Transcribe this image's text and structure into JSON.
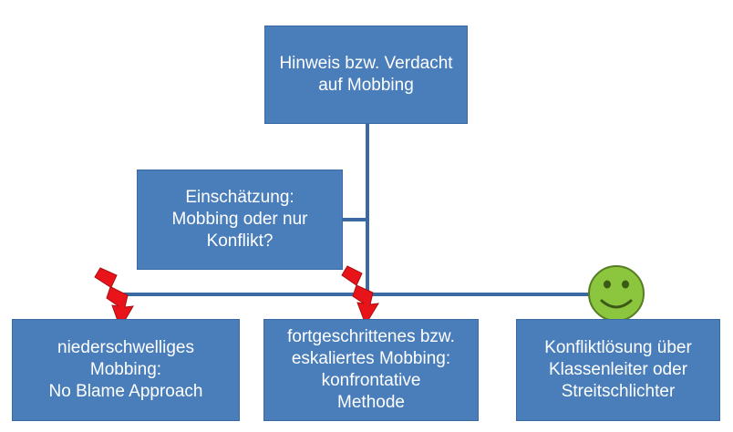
{
  "boxes": {
    "top": {
      "lines": [
        "Hinweis bzw. Verdacht",
        "auf Mobbing"
      ]
    },
    "assessment": {
      "lines": [
        "Einschätzung:",
        "Mobbing oder nur",
        "Konflikt?"
      ]
    },
    "left": {
      "lines": [
        "niederschwelliges",
        "Mobbing:",
        "No Blame Approach"
      ]
    },
    "middle": {
      "lines": [
        "fortgeschrittenes bzw.",
        "eskaliertes Mobbing:",
        "konfrontative",
        "Methode"
      ]
    },
    "right": {
      "lines": [
        "Konfliktlösung über",
        "Klassenleiter oder",
        "Streitschlichter"
      ]
    }
  },
  "icons": {
    "lightning_color": "#e8141a",
    "smiley_color": "#8cc63f"
  },
  "colors": {
    "box_fill": "#4a7ebb",
    "line": "#3b6aa3"
  }
}
